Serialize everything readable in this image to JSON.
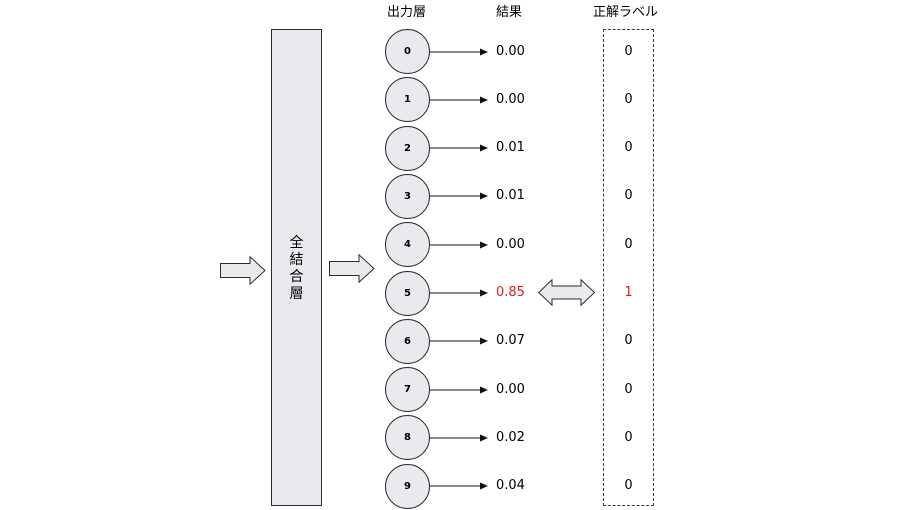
{
  "headers": {
    "output_layer": "出力層",
    "result": "結果",
    "label": "正解ラベル"
  },
  "fc_layer": {
    "label_chars": [
      "全",
      "結",
      "合",
      "層"
    ]
  },
  "nodes": [
    "0",
    "1",
    "2",
    "3",
    "4",
    "5",
    "6",
    "7",
    "8",
    "9"
  ],
  "results": [
    "0.00",
    "0.00",
    "0.01",
    "0.01",
    "0.00",
    "0.85",
    "0.07",
    "0.00",
    "0.02",
    "0.04"
  ],
  "labels": [
    "0",
    "0",
    "0",
    "0",
    "0",
    "1",
    "0",
    "0",
    "0",
    "0"
  ],
  "highlight_index": 5,
  "colors": {
    "highlight": "#e31b1b",
    "fill": "#e8eaee",
    "stroke": "#2b2b2b"
  }
}
